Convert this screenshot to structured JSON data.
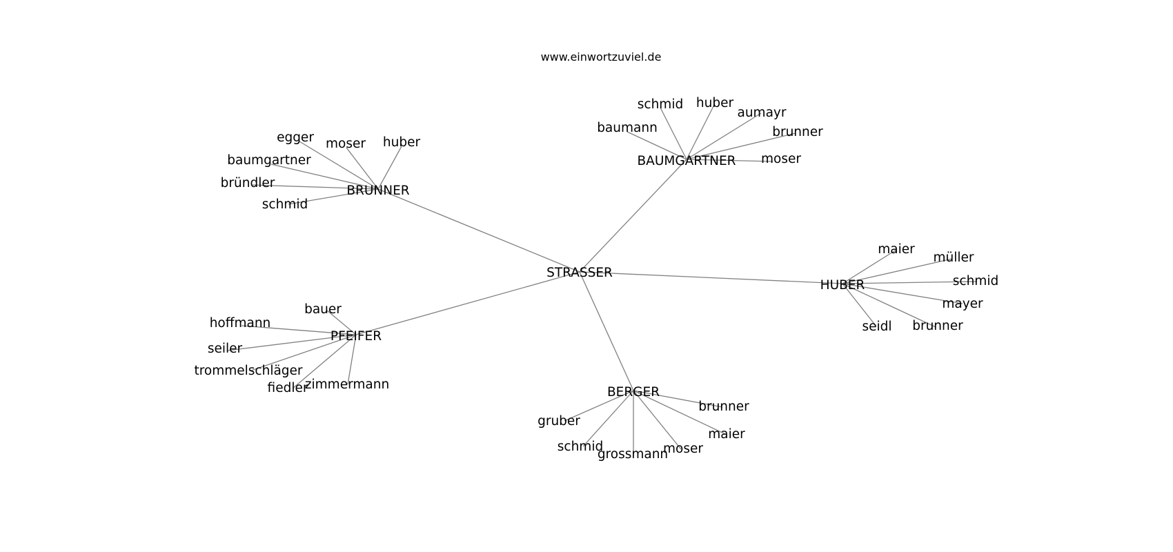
{
  "caption": "www.einwortzuviel.de",
  "graph": {
    "root": "STRASSER",
    "clusters": [
      {
        "hub": "BRUNNER",
        "leaves": [
          "egger",
          "moser",
          "huber",
          "baumgartner",
          "bründler",
          "schmid"
        ]
      },
      {
        "hub": "BAUMGARTNER",
        "leaves": [
          "schmid",
          "huber",
          "aumayr",
          "baumann",
          "brunner",
          "moser"
        ]
      },
      {
        "hub": "HUBER",
        "leaves": [
          "maier",
          "müller",
          "schmid",
          "mayer",
          "seidl",
          "brunner"
        ]
      },
      {
        "hub": "PFEIFER",
        "leaves": [
          "bauer",
          "hoffmann",
          "seiler",
          "trommelschläger",
          "fiedler",
          "zimmermann"
        ]
      },
      {
        "hub": "BERGER",
        "leaves": [
          "brunner",
          "gruber",
          "maier",
          "schmid",
          "grossmann",
          "moser"
        ]
      }
    ]
  }
}
